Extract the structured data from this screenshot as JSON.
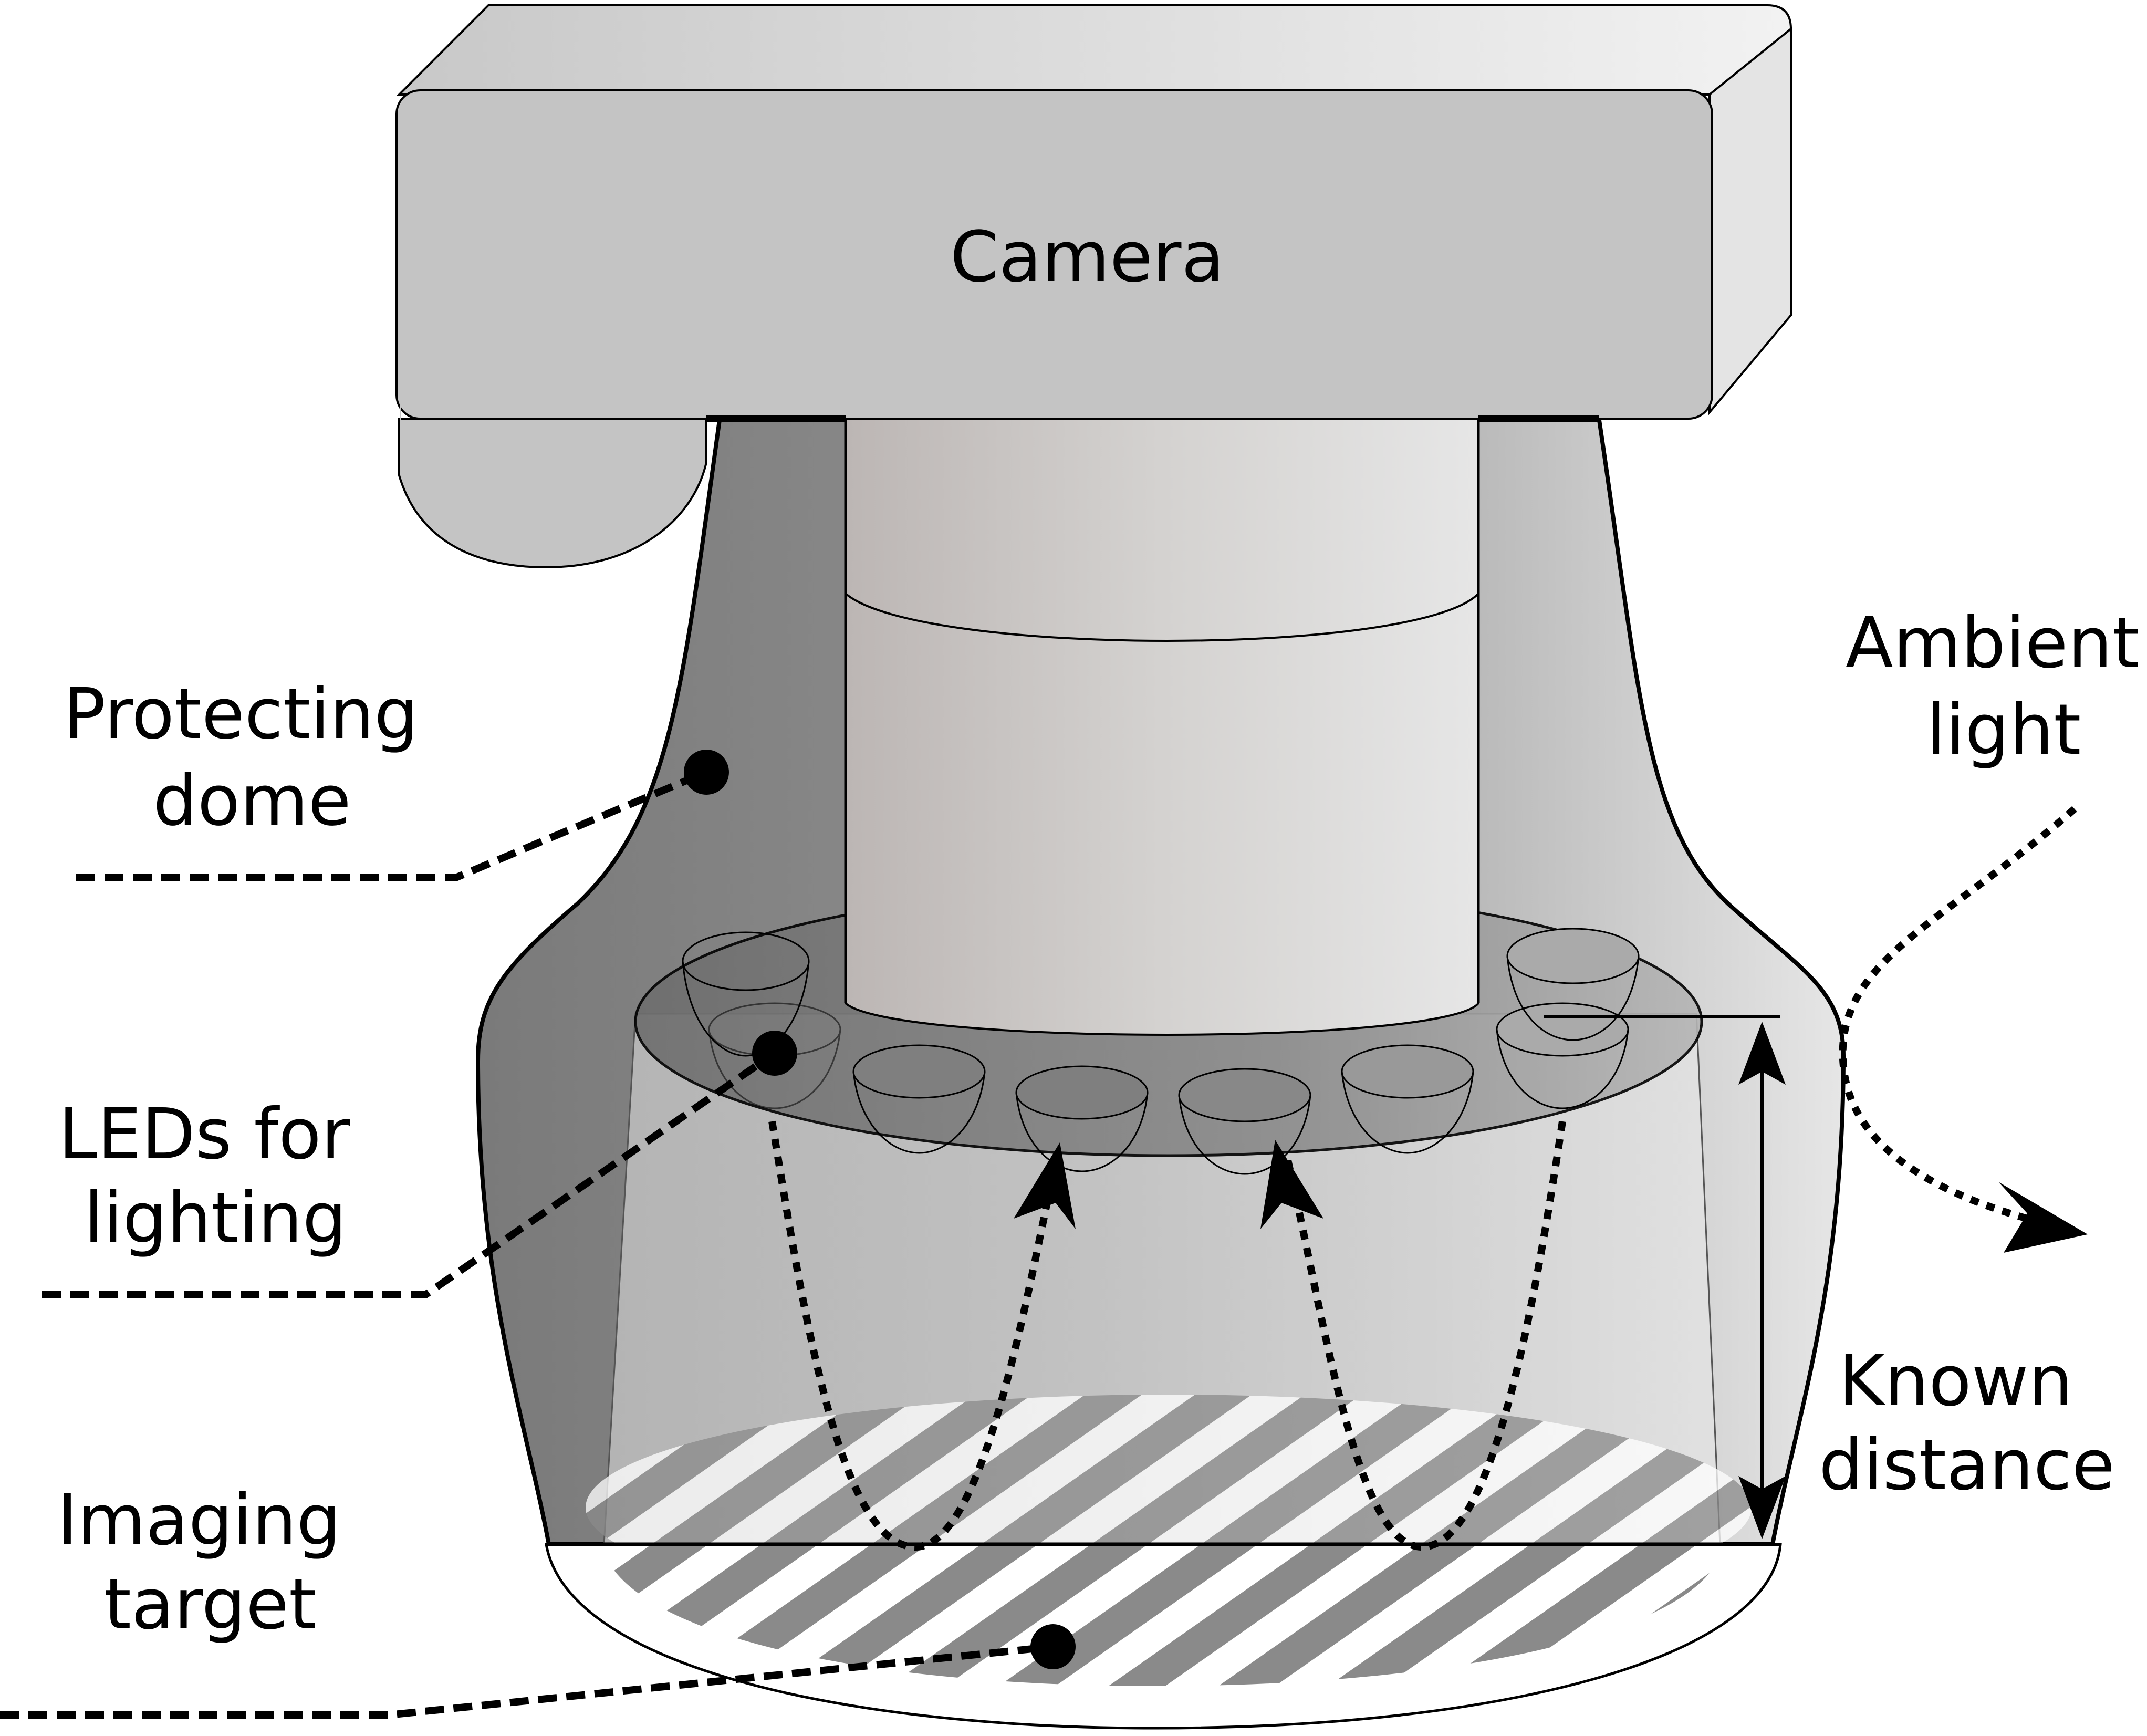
{
  "labels": {
    "camera": "Camera",
    "protecting_dome": [
      "Protecting",
      "dome"
    ],
    "leds": [
      "LEDs for",
      "lighting"
    ],
    "imaging_target": [
      "Imaging",
      "target"
    ],
    "ambient_light": [
      "Ambient",
      "light"
    ],
    "known_distance": [
      "Known",
      "distance"
    ]
  },
  "colors": {
    "camera_body": "#c4c4c4",
    "dome_dark": "#808080",
    "dome_light": "#e2e2e2",
    "lens": "#d2d0cf",
    "led_ring": "#7a7a7a",
    "target_stripes": "#8c8c8c",
    "line": "#000000"
  }
}
